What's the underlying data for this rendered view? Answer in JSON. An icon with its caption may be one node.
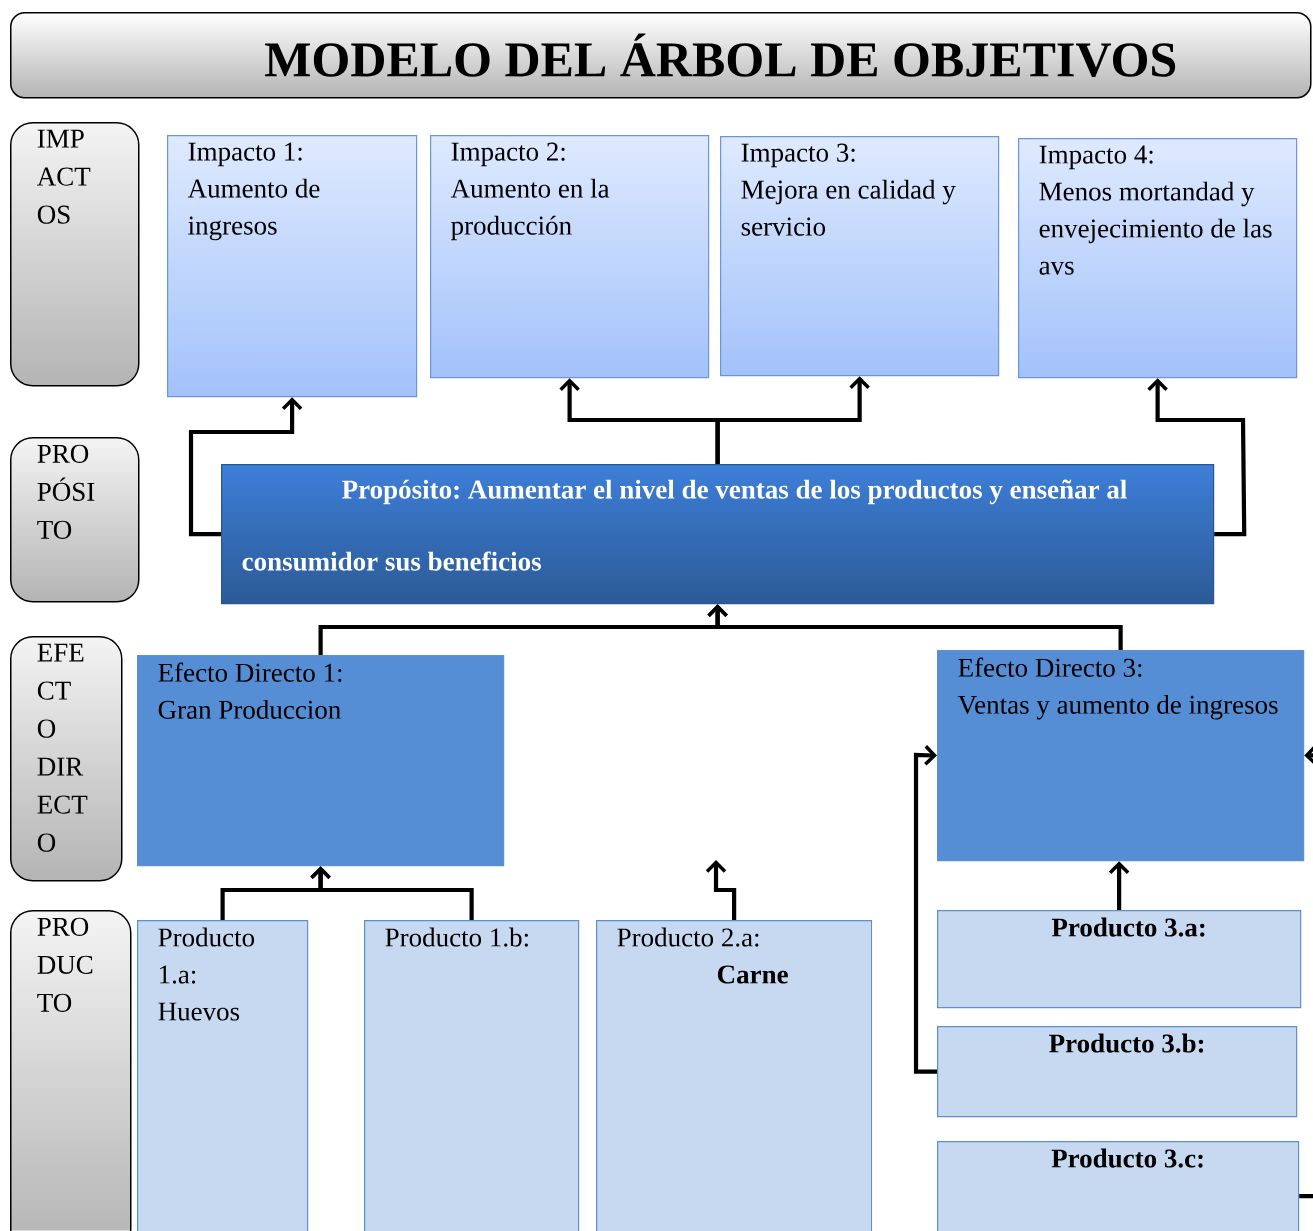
{
  "diagram": {
    "title": "MODELO DEL ÁRBOL DE OBJETIVOS",
    "nodes": [
      {
        "text": [
          "IMP ACT OS"
        ]
      },
      {
        "text": [
          "Impacto 1:",
          "Aumento de ingresos"
        ]
      },
      {
        "text": [
          "Impacto 2:",
          "Aumento en la producción"
        ]
      },
      {
        "text": [
          "Impacto 3:",
          "Mejora en calidad y servicio"
        ]
      },
      {
        "text": [
          "Impacto 4:",
          "Menos mortandad y envejecimiento de las avs"
        ]
      },
      {
        "text": [
          "PRO PÓSI TO"
        ]
      },
      {
        "text": [
          "Propósito: Aumentar el nivel de ventas de los productos y enseñar al consumidor sus beneficios"
        ]
      },
      {
        "text": [
          "EFE CT O DIR ECT O"
        ]
      },
      {
        "text": [
          "Efecto Directo 1:",
          "Gran Produccion"
        ]
      },
      {
        "text": [
          "Efecto Directo 3:",
          "Ventas y aumento de ingresos"
        ]
      },
      {
        "text": [
          "PRO DUC TO"
        ]
      },
      {
        "text": [
          "Producto 1.a:",
          "Huevos"
        ]
      },
      {
        "text": [
          "Producto 1.b:"
        ]
      },
      {
        "text": [
          "Producto 2.a:",
          "Carne"
        ]
      },
      {
        "text": [
          "Producto 3.a:"
        ]
      },
      {
        "text": [
          "Producto 3.b:"
        ]
      },
      {
        "text": [
          "Producto 3.c:"
        ]
      }
    ],
    "edges": [
      {
        "from": 6,
        "to": 1,
        "arrow": "to"
      },
      {
        "from": 6,
        "to": 2,
        "arrow": "to"
      },
      {
        "from": 6,
        "to": 3,
        "arrow": "to"
      },
      {
        "from": 6,
        "to": 4,
        "arrow": "to"
      },
      {
        "from": 8,
        "to": 6,
        "arrow": "to"
      },
      {
        "from": 9,
        "to": 6,
        "arrow": "to"
      },
      {
        "from": 11,
        "to": 8,
        "arrow": "to"
      },
      {
        "from": 12,
        "to": 8,
        "arrow": "to"
      },
      {
        "from": 13,
        "to": null,
        "arrow": "to"
      },
      {
        "from": 14,
        "to": 9,
        "arrow": "to"
      },
      {
        "from": 15,
        "to": 9,
        "arrow": "to"
      },
      {
        "from": 16,
        "to": 9,
        "arrow": "to"
      }
    ]
  }
}
